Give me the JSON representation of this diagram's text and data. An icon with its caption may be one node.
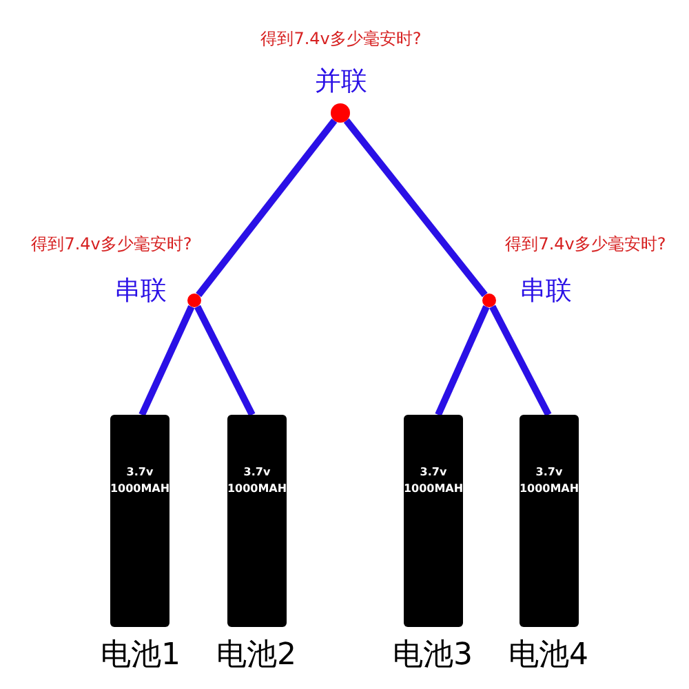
{
  "diagram": {
    "nodes": [
      {
        "text": [],
        "shape": "circle",
        "beside": [
          "得到7.4v多少毫安时?",
          "并联"
        ]
      },
      {
        "text": [],
        "shape": "circle",
        "beside": [
          "得到7.4v多少毫安时?",
          "串联"
        ]
      },
      {
        "text": [],
        "shape": "circle",
        "beside": [
          "得到7.4v多少毫安时?",
          "串联"
        ]
      },
      {
        "text": [
          "3.7v",
          "1000MAH"
        ],
        "beside": [
          "电池1"
        ]
      },
      {
        "text": [
          "3.7v",
          "1000MAH"
        ],
        "beside": [
          "电池2"
        ]
      },
      {
        "text": [
          "3.7v",
          "1000MAH"
        ],
        "beside": [
          "电池3"
        ]
      },
      {
        "text": [
          "3.7v",
          "1000MAH"
        ],
        "beside": [
          "电池4"
        ]
      }
    ],
    "edges": [
      {
        "from": 0,
        "to": 1,
        "arrow": "none"
      },
      {
        "from": 0,
        "to": 2,
        "arrow": "none"
      },
      {
        "from": 1,
        "to": 3,
        "arrow": "none"
      },
      {
        "from": 1,
        "to": 4,
        "arrow": "none"
      },
      {
        "from": 2,
        "to": 5,
        "arrow": "none"
      },
      {
        "from": 2,
        "to": 6,
        "arrow": "none"
      }
    ]
  }
}
